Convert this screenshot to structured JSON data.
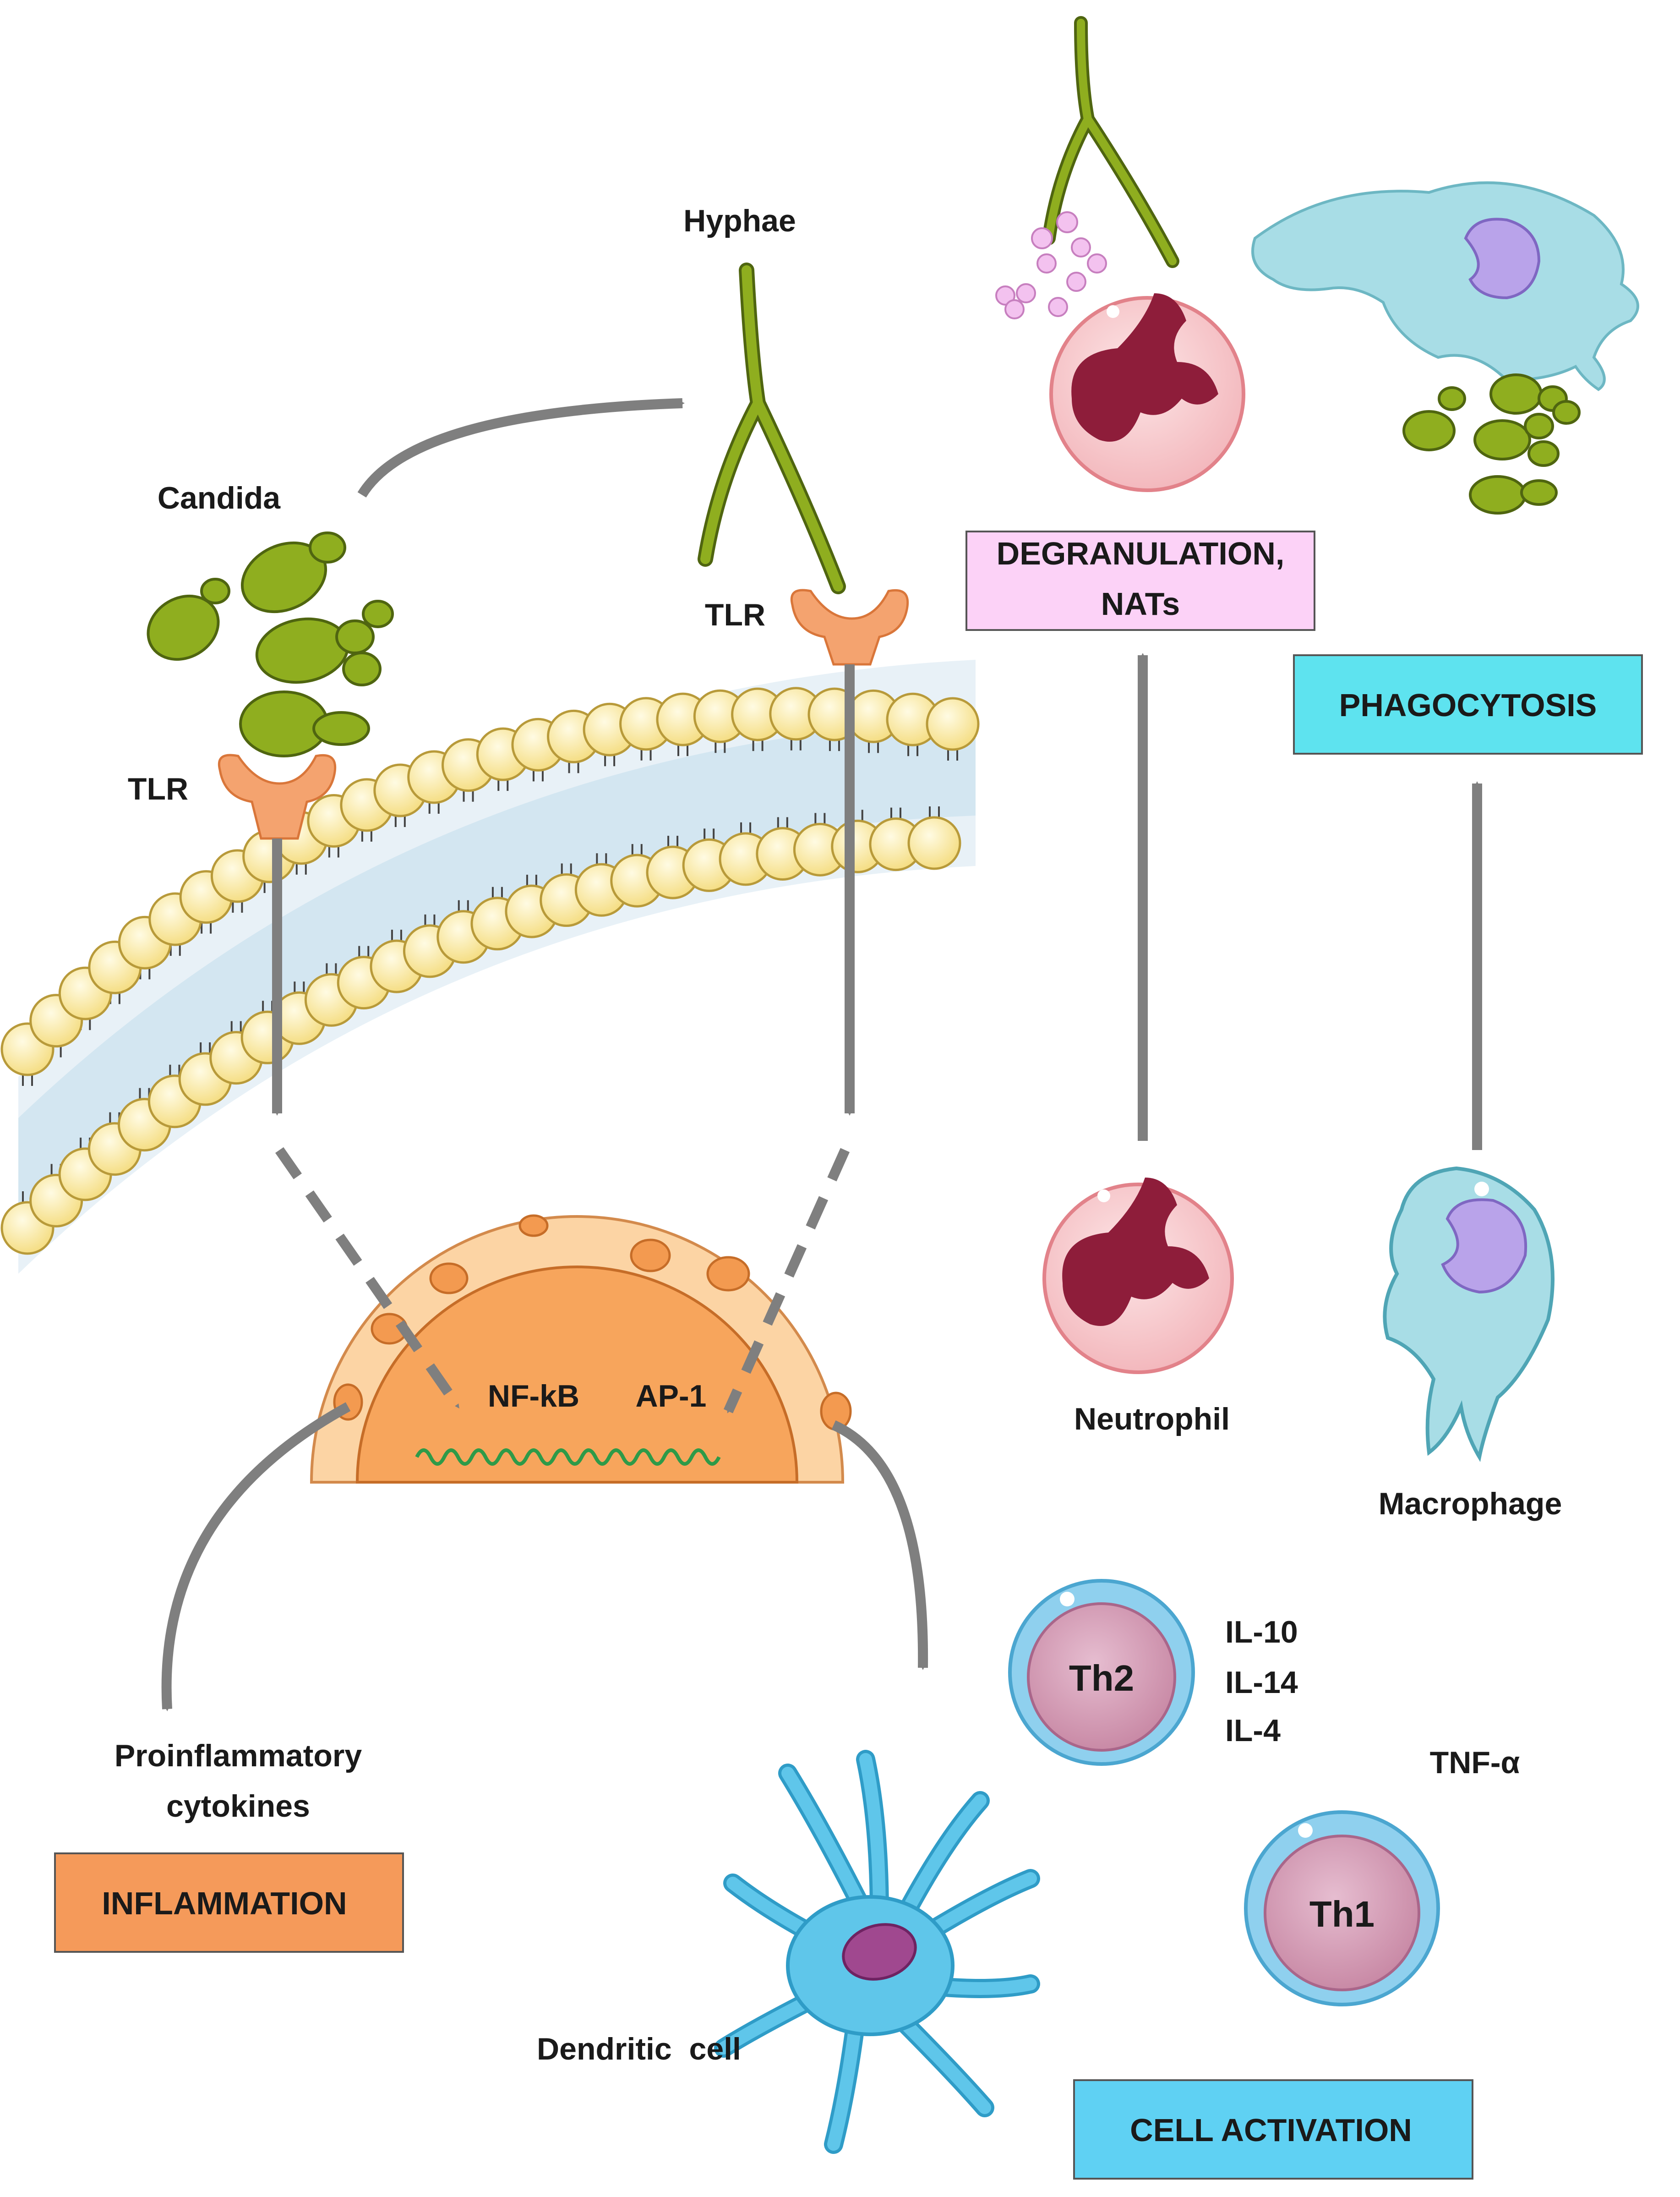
{
  "labels": {
    "candida": "Candida",
    "hyphae": "Hyphae",
    "tlr_left": "TLR",
    "tlr_right": "TLR",
    "nfkb": "NF-kB",
    "ap1": "AP-1",
    "neutrophil": "Neutrophil",
    "macrophage": "Macrophage",
    "proinflammatory_line1": "Proinflammatory",
    "proinflammatory_line2": "cytokines",
    "dendritic": "Dendritic  cell",
    "th2": "Th2",
    "th1": "Th1",
    "il10": "IL-10",
    "il14": "IL-14",
    "il4": "IL-4",
    "tnf": "TNF-α"
  },
  "boxes": {
    "degranulation_line1": "DEGRANULATION,",
    "degranulation_line2": "NATs",
    "phagocytosis": "PHAGOCYTOSIS",
    "inflammation": "INFLAMMATION",
    "cell_activation": "CELL ACTIVATION"
  },
  "colors": {
    "arrow": "#7f7f7f",
    "hyphae": "#7f9a16",
    "yeast": "#8fae1f",
    "receptor": "#f4a36f",
    "lipid_head": "#fbe9a0",
    "membrane_band": "#d7e8f2",
    "nucleus_outer": "#fcd4a4",
    "nucleus_inner": "#f7a55c",
    "neutrophil_body": "#f9d6d8",
    "neutrophil_nucleus": "#8e1d3a",
    "macrophage": "#a8dde6",
    "macrophage_nucleus": "#b9a3ea",
    "dendritic": "#5fc6ea",
    "dendritic_nucleus": "#a0488f",
    "tcell_ring": "#8fd0ee",
    "tcell_body": "#d9a5bd",
    "degranulation_box": "#fcd2f7",
    "phagocytosis_box": "#5ee3ef",
    "inflammation_box": "#f59a5a",
    "cell_activation_box": "#5fd1f3",
    "granule": "#f3c2ef"
  }
}
